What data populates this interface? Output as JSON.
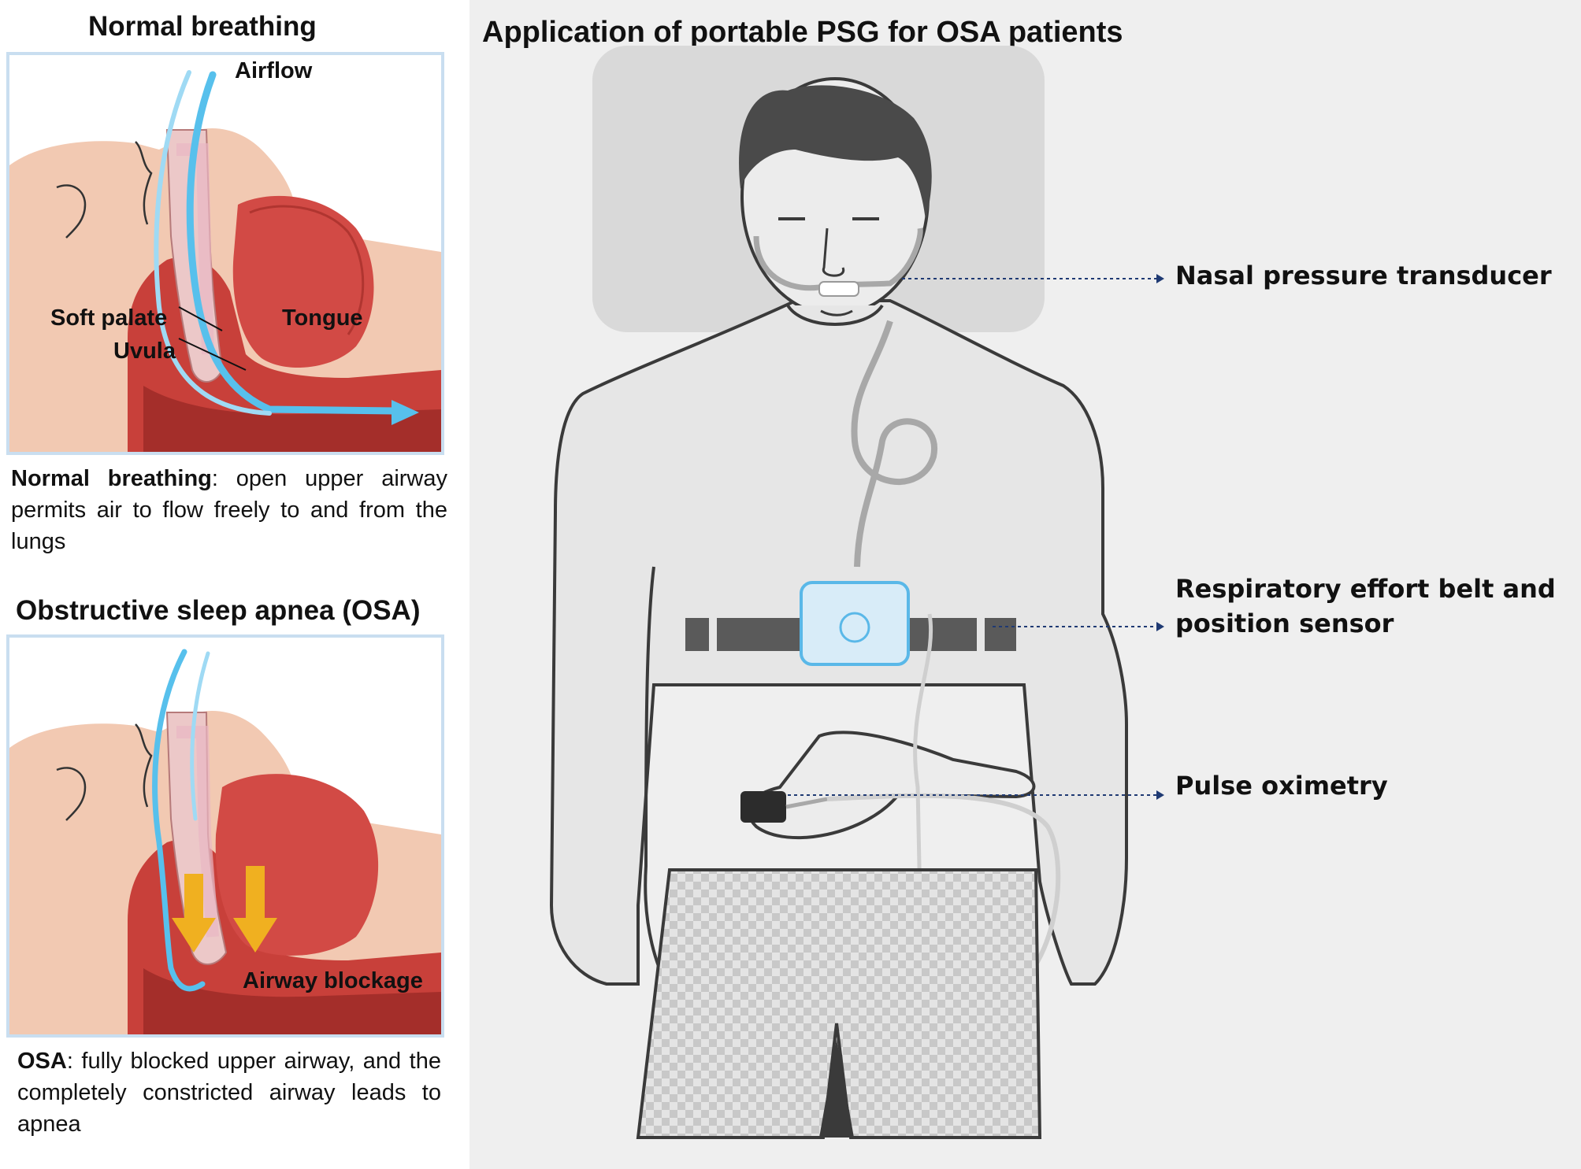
{
  "left": {
    "normal": {
      "title": "Normal breathing",
      "labels": {
        "airflow": "Airflow",
        "soft_palate": "Soft palate",
        "tongue": "Tongue",
        "uvula": "Uvula"
      },
      "desc_bold": "Normal breathing",
      "desc_rest": ": open upper airway permits air to flow freely to and from the lungs"
    },
    "osa": {
      "title": "Obstructive sleep apnea (OSA)",
      "labels": {
        "blockage": "Airway blockage"
      },
      "desc_bold": "OSA",
      "desc_rest": ": fully blocked upper airway, and the completely constricted airway leads to apnea"
    }
  },
  "right": {
    "title": "Application of portable PSG for OSA patients",
    "callouts": {
      "nasal": "Nasal pressure transducer",
      "belt_line1": "Respiratory effort belt and",
      "belt_line2": "position sensor",
      "pulse": "Pulse oximetry"
    }
  },
  "colors": {
    "frame_border": "#c9def0",
    "airflow_blue": "#57c0ec",
    "blockage_arrow": "#f0b020",
    "tissue_red": "#c8403a",
    "skin": "#f2c9b2",
    "right_panel_bg": "#efefef",
    "device_blue": "#5ab8e8",
    "callout_arrow": "#1f3a73"
  }
}
